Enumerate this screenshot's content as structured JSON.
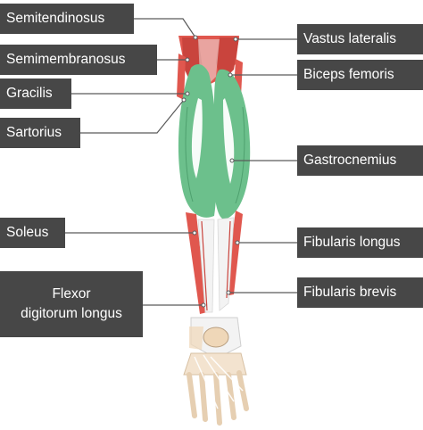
{
  "labels": {
    "semitendinosus": "Semitendinosus",
    "semimembranosus": "Semimembranosus",
    "gracilis": "Gracilis",
    "sartorius": "Sartorius",
    "soleus": "Soleus",
    "flexor_line1": "Flexor",
    "flexor_line2": "digitorum longus",
    "vastus_lateralis": "Vastus lateralis",
    "biceps_femoris": "Biceps femoris",
    "gastrocnemius": "Gastrocnemius",
    "fibularis_longus": "Fibularis longus",
    "fibularis_brevis": "Fibularis brevis"
  },
  "colors": {
    "label_bg": "#474747",
    "label_text": "#ffffff",
    "leader_line": "#5a5a5a",
    "red_muscle": "#e0574e",
    "green_muscle": "#6cc08c",
    "bone": "#efd7b8"
  }
}
